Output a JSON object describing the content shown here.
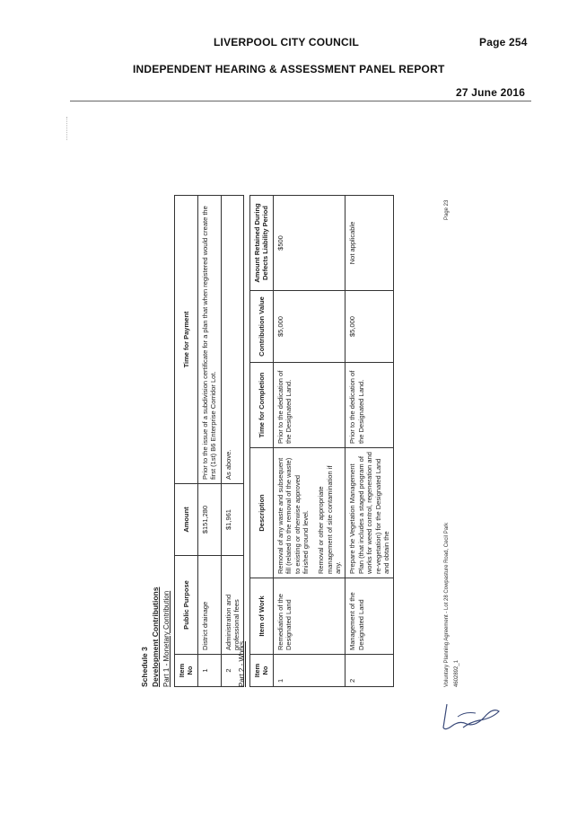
{
  "header": {
    "council": "LIVERPOOL CITY COUNCIL",
    "page": "Page 254",
    "report": "INDEPENDENT HEARING & ASSESSMENT PANEL REPORT",
    "date": "27 June 2016"
  },
  "doc": {
    "schedule": "Schedule 3",
    "title": "Development Contributions",
    "part1": "Part 1 - Monetary Contribution",
    "part1_headers": [
      "Item No",
      "Public Purpose",
      "Amount",
      "Time for Payment"
    ],
    "part1_rows": [
      [
        "1",
        "District drainage",
        "$151,280",
        "Prior to the issue of a subdivision certificate for a plan that when registered would create the first (1st) B6 Enterprise Corridor Lot."
      ],
      [
        "2",
        "Administration and professional fees",
        "$1,961",
        "As above."
      ]
    ],
    "part2": "Part 2 - Works",
    "part2_headers": [
      "Item No",
      "Item of Work",
      "Description",
      "Time for Completion",
      "Contribution Value",
      "Amount Retained During Defects Liability Period"
    ],
    "part2_rows": [
      {
        "no": "1",
        "item": "Remediation of the Designated Land",
        "desc1": "Removal of any waste and subsequent fill (related to the removal of the waste) to existing or otherwise approved finished ground level.",
        "desc2": "Removal or other appropriate management of site contamination if any.",
        "time": "Prior to the dedication of the Designated Land.",
        "value": "$5,000",
        "retained": "$500"
      },
      {
        "no": "2",
        "item": "Management of the Designated Land",
        "desc1": "Prepare the Vegetation Management Plan (that includes a staged program of works for weed control, regeneration and re-vegetation) for the Designated Land and obtain the",
        "desc2": "",
        "time": "Prior to the dedication of the Designated Land.",
        "value": "$5,000",
        "retained": "Not applicable"
      }
    ],
    "footer": "Voluntary Planning Agreement - Lot 28 Cowpasture Road, Cecil Park",
    "footer_ref": "4602892_1",
    "doc_page": "Page 23"
  }
}
